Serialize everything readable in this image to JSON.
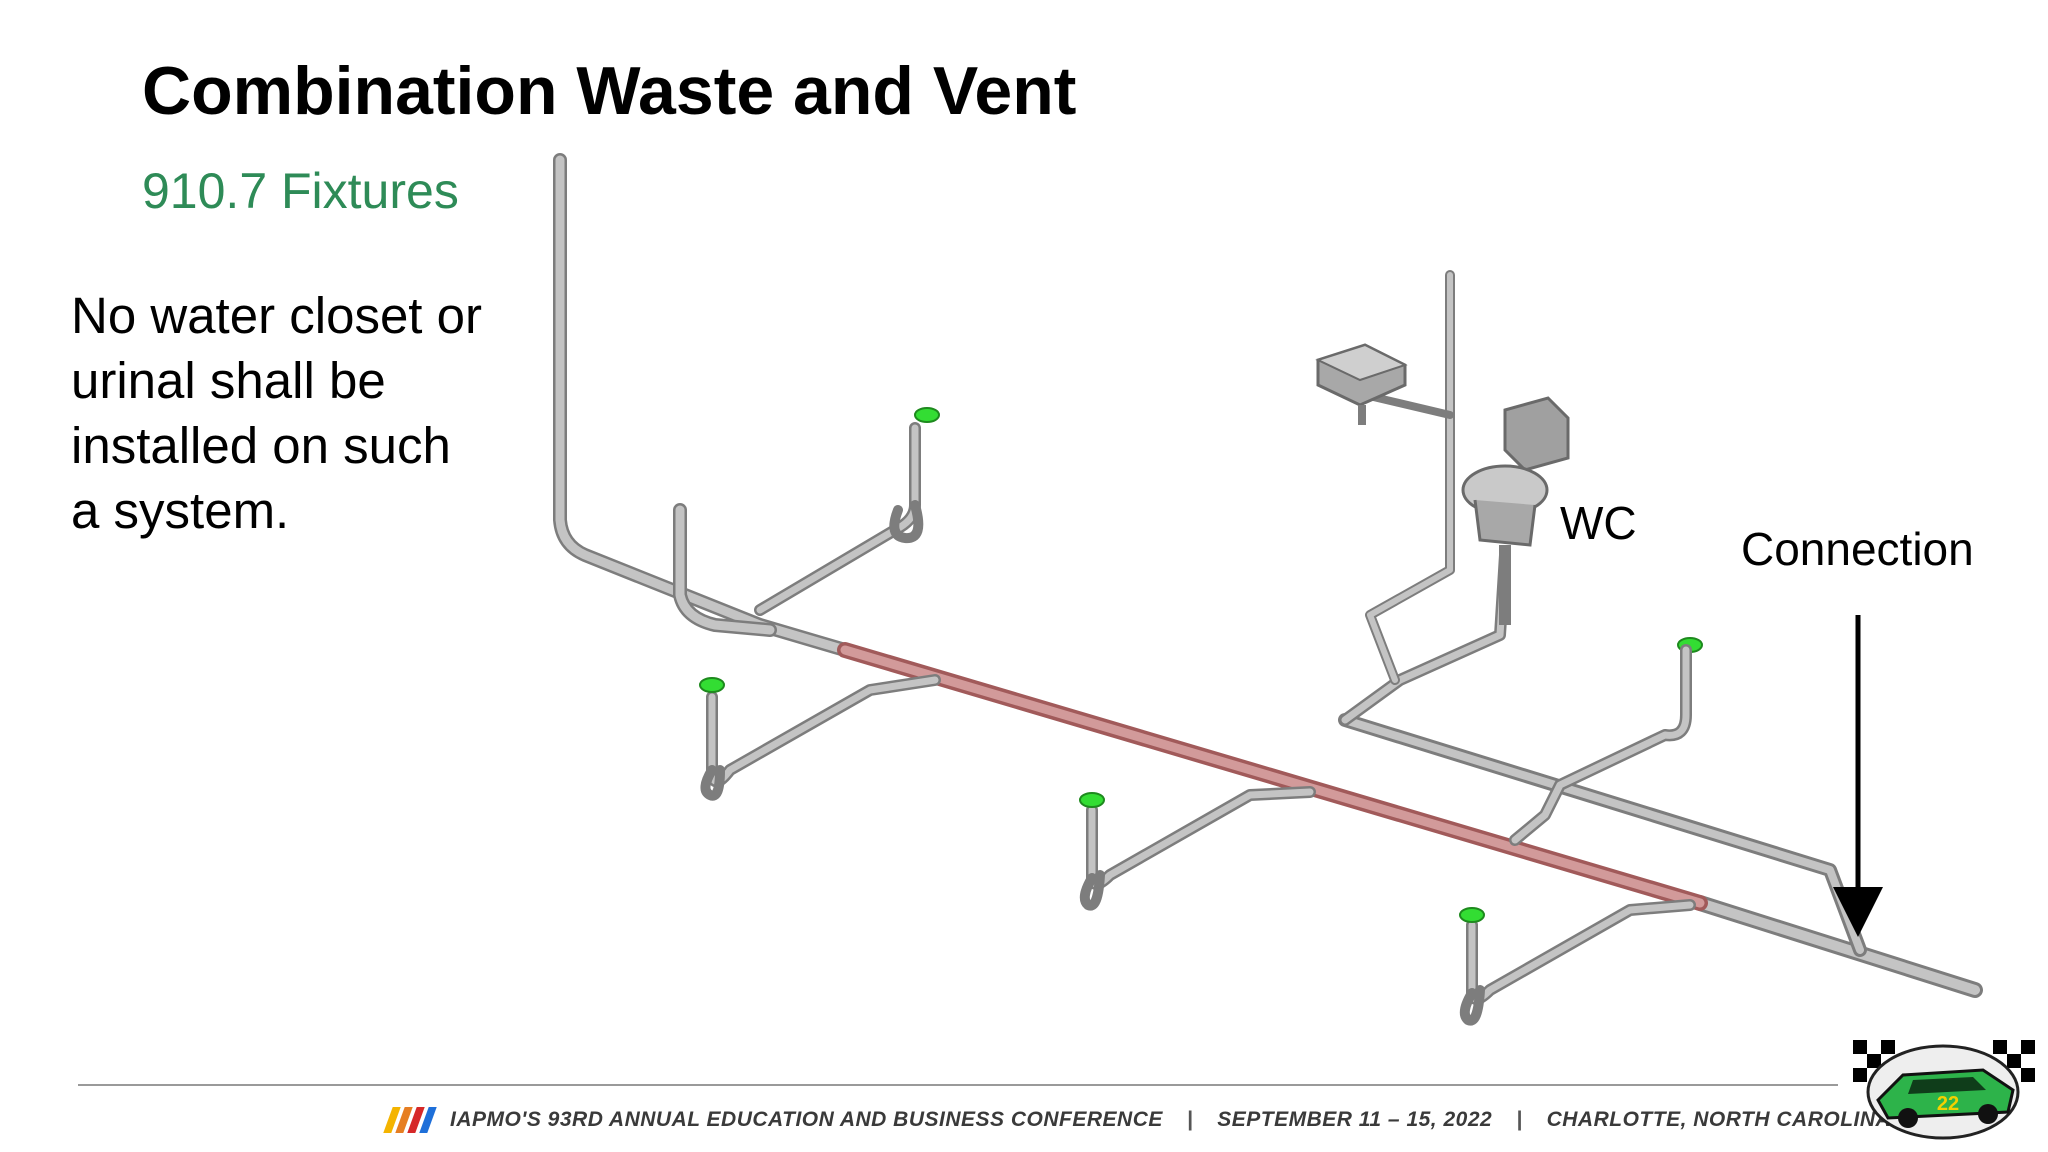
{
  "slide": {
    "title": "Combination Waste and Vent",
    "subtitle": "910.7 Fixtures",
    "body_text": "No water closet or urinal shall be installed on such a system."
  },
  "diagram": {
    "labels": {
      "wc": "WC",
      "connection": "Connection"
    },
    "colors": {
      "pipe": "#b9b9b9",
      "pipe_edge": "#7d7d7d",
      "combination_section": "#c98a8a",
      "drain_cap": "#33dd33",
      "arrow": "#000000"
    }
  },
  "footer": {
    "stripe_colors": [
      "#f4b400",
      "#e67e22",
      "#d62828",
      "#1e6fd9"
    ],
    "org": "IAPMO'S 93RD ANNUAL EDUCATION AND BUSINESS CONFERENCE",
    "separator": "|",
    "dates": "SEPTEMBER 11 – 15, 2022",
    "location": "CHARLOTTE, NORTH CAROLINA",
    "line_color": "#9a9a9a"
  },
  "badge": {
    "car_number": "22",
    "car_color": "#2db34a"
  }
}
